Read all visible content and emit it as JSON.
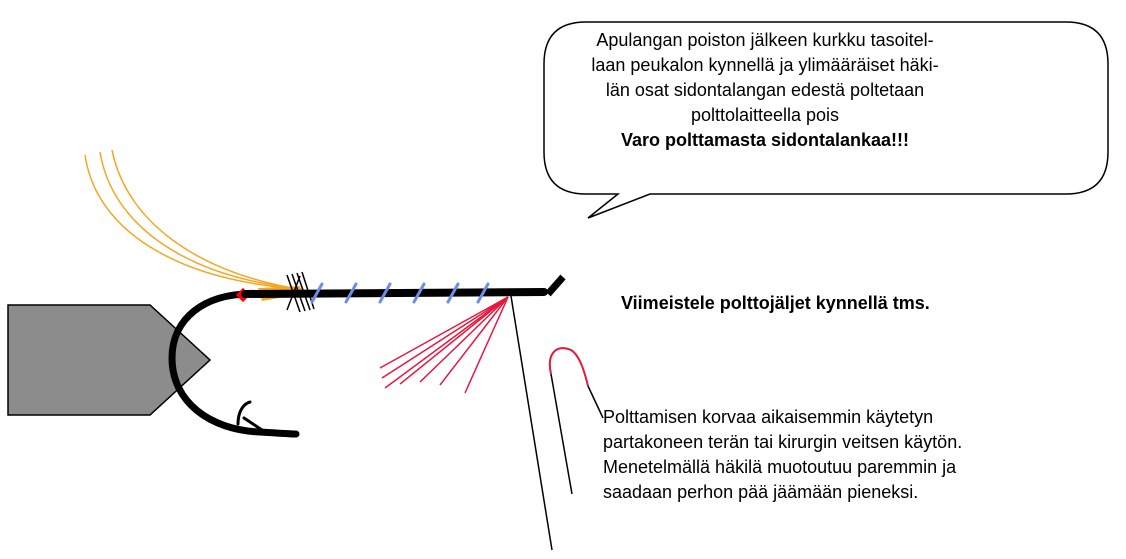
{
  "speech_bubble": {
    "lines": [
      "Apulangan poiston jälkeen kurkku tasoitel-",
      "laan peukalon kynnellä ja ylimääräiset häki-",
      "län osat sidontalangan edestä poltetaan",
      "polttolaitteella pois"
    ],
    "warning": "Varo polttamasta sidontalankaa!!!"
  },
  "finish_label": "Viimeistele polttojäljet kynnellä tms.",
  "note": {
    "lines": [
      "Polttamisen korvaa aikaisemmin käytetyn",
      "partakoneen terän tai kirurgin veitsen käytön.",
      "Menetelmällä häkilä muotoutuu paremmin ja",
      "saadaan perhon pää jäämään pieneksi."
    ]
  },
  "colors": {
    "vise": "#8c8c8c",
    "hook": "#000000",
    "wing_fibers": "#f5a623",
    "hackle_fibers": "#e8163c",
    "ribbing": "#6a8ee8",
    "tag": "#ff0000",
    "burn_tip": "#e8163c"
  }
}
